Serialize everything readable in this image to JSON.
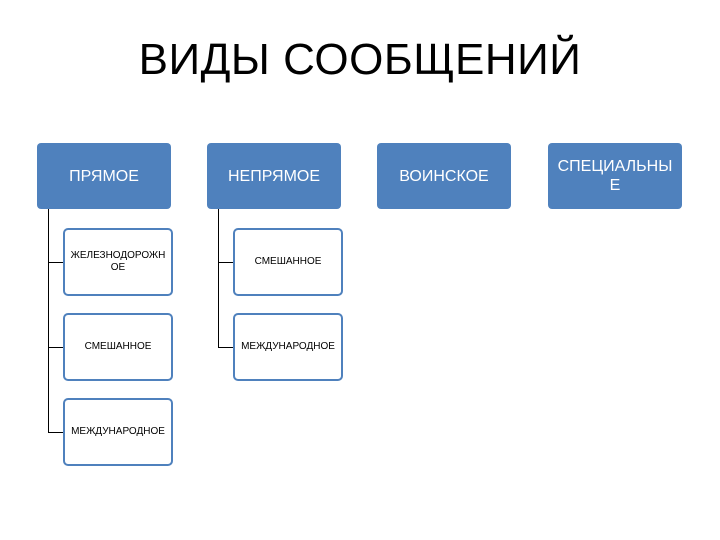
{
  "title": "ВИДЫ СООБЩЕНИЙ",
  "colors": {
    "head_fill": "#4f81bd",
    "child_border": "#4f81bd",
    "head_text": "#ffffff"
  },
  "columns": [
    {
      "label": "ПРЯМОЕ",
      "children": [
        "ЖЕЛЕЗНОДОРОЖНОЕ",
        "СМЕШАННОЕ",
        "МЕЖДУНАРОДНОЕ"
      ]
    },
    {
      "label": "НЕПРЯМОЕ",
      "children": [
        "СМЕШАННОЕ",
        "МЕЖДУНАРОДНОЕ"
      ]
    },
    {
      "label": "ВОИНСКОЕ",
      "children": []
    },
    {
      "label": "СПЕЦИАЛЬНЫЕ",
      "children": []
    }
  ]
}
